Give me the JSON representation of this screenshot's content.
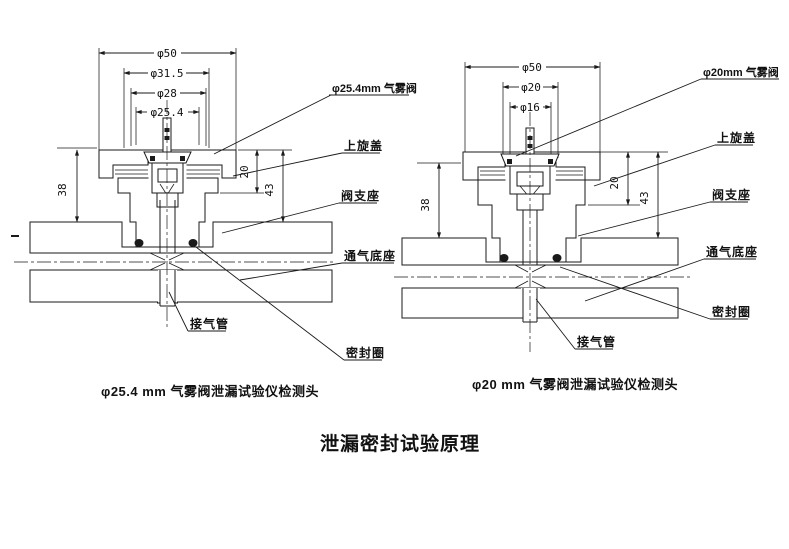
{
  "title": "泄漏密封试验原理",
  "left": {
    "caption": "φ25.4 mm 气雾阀泄漏试验仪检测头",
    "dims": {
      "d1": "φ50",
      "d2": "φ31.5",
      "d3": "φ28",
      "d4": "φ25.4",
      "v1": "38",
      "v2": "20",
      "v3": "43"
    },
    "labels": {
      "valve": "φ25.4mm 气雾阀",
      "cap": "上旋盖",
      "seat": "阀支座",
      "base": "通气底座",
      "pipe": "接气管",
      "seal": "密封圈"
    }
  },
  "right": {
    "caption": "φ20 mm 气雾阀泄漏试验仪检测头",
    "dims": {
      "d1": "φ50",
      "d2": "φ20",
      "d3": "φ16",
      "v1": "38",
      "v2": "20",
      "v3": "43"
    },
    "labels": {
      "valve": "φ20mm 气雾阀",
      "cap": "上旋盖",
      "seat": "阀支座",
      "base": "通气底座",
      "pipe": "接气管",
      "seal": "密封圈"
    }
  },
  "colors": {
    "line": "#1a1a1a",
    "background": "#ffffff"
  }
}
